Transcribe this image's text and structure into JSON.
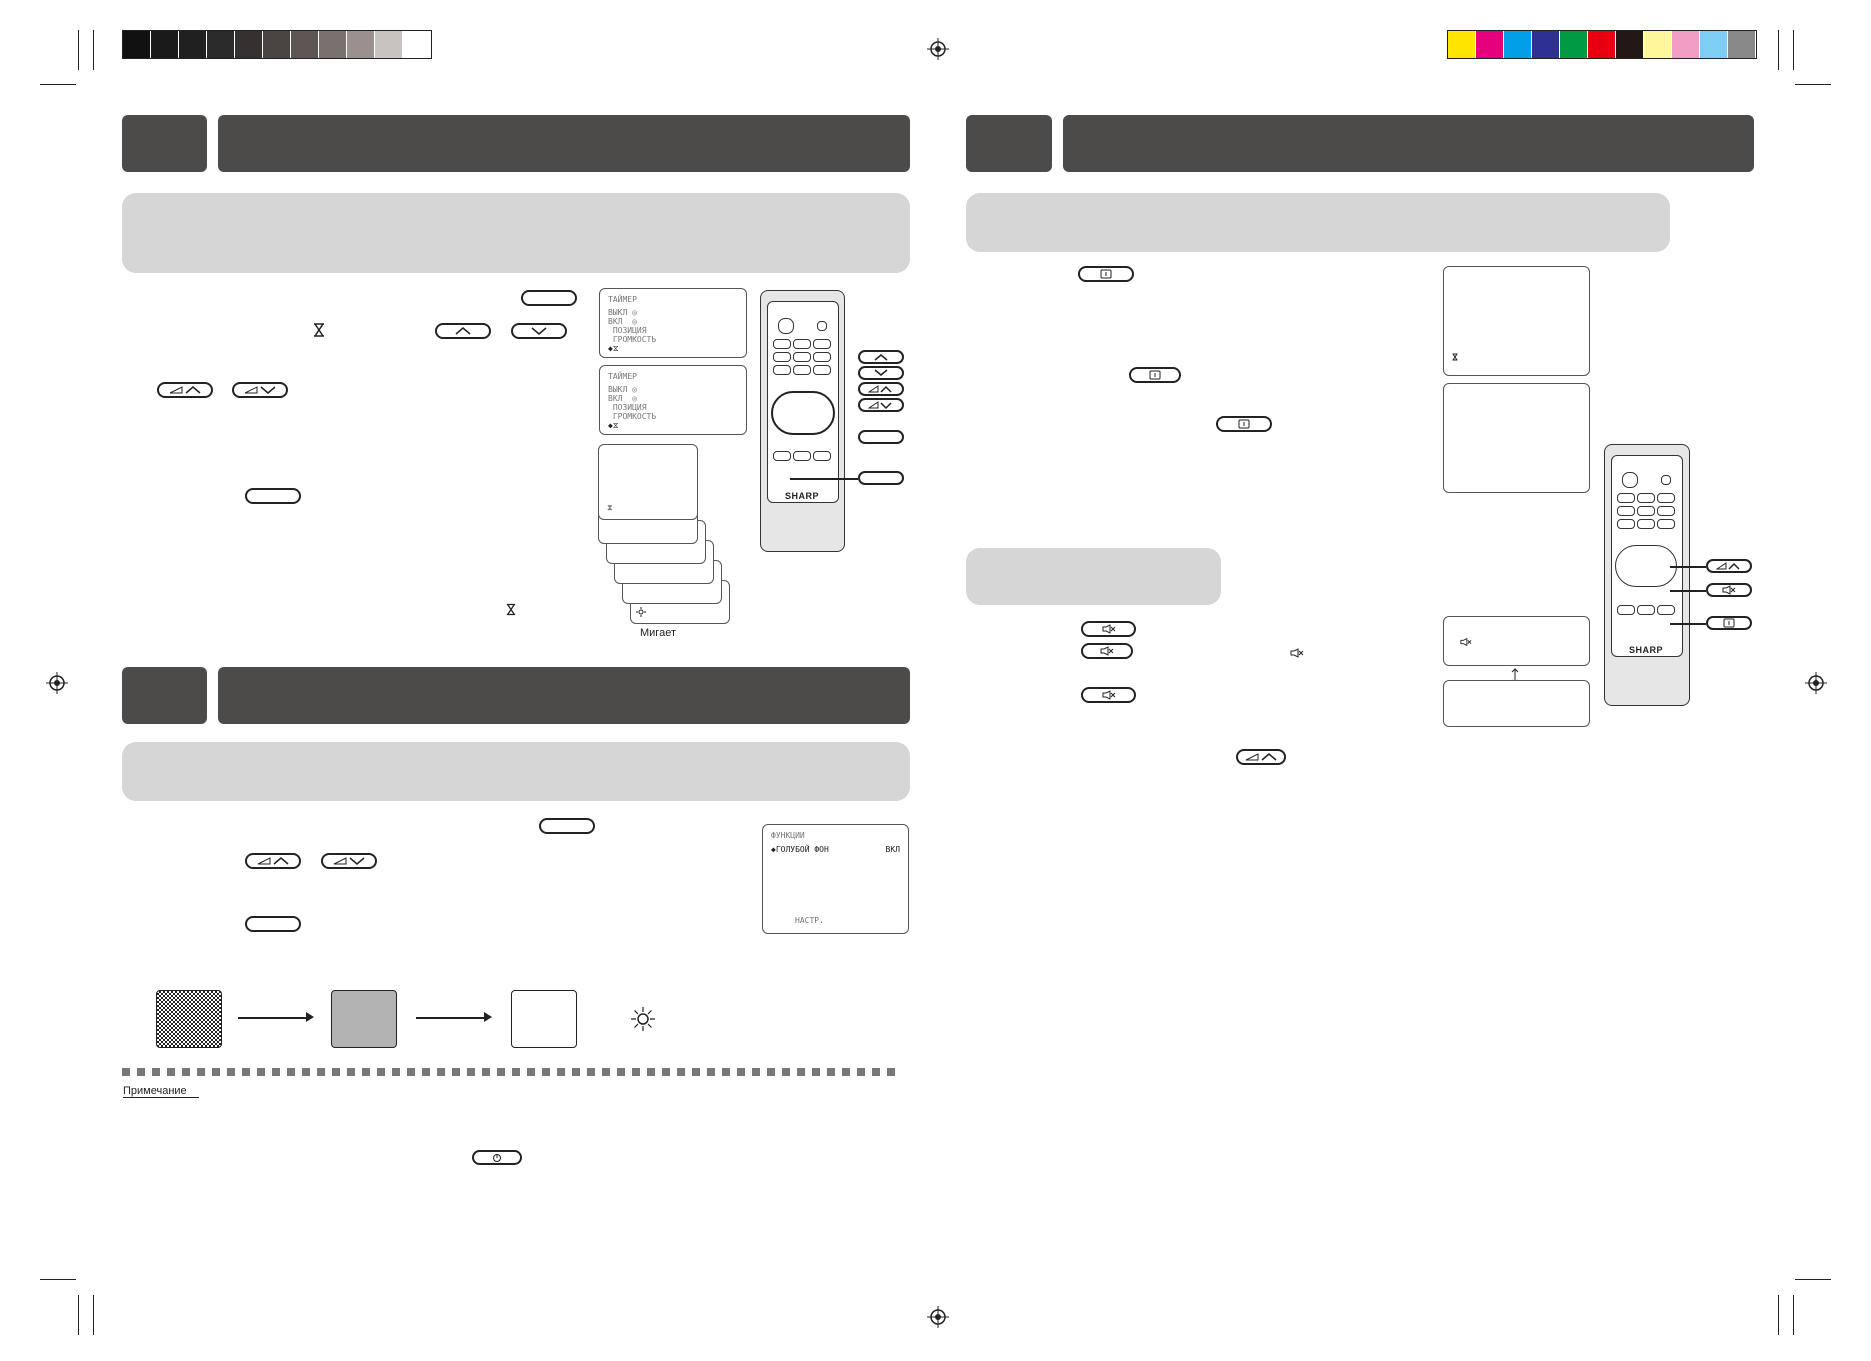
{
  "colors": {
    "header_dark": "#4d4b49",
    "panel_light": "#d6d6d6",
    "grayscale_strip": [
      "#111111",
      "#1a1a1a",
      "#202020",
      "#2a2a2a",
      "#353130",
      "#4a4442",
      "#5e5654",
      "#7a706e",
      "#9a908e",
      "#c8c2c0",
      "#ffffff"
    ],
    "color_strip": [
      "#ffe600",
      "#e5007d",
      "#00a0e9",
      "#2e3192",
      "#009944",
      "#e60012",
      "#231815",
      "#fff799",
      "#f19ec2",
      "#7ecef4",
      "#898989"
    ]
  },
  "timer_menu": {
    "title": "ТАЙМЕР",
    "lines": [
      "ВЫКЛ ◎",
      "ВКЛ  ◎",
      " ПОЗИЦИЯ",
      " ГРОМКОСТЬ"
    ],
    "marker": "◆⧖"
  },
  "function_menu": {
    "title": "ФУНКЦИИ",
    "item": "◆ГОЛУБОЙ ФОН",
    "value": "ВКЛ",
    "footer": "НАСТР."
  },
  "left_remote": {
    "brand": "SHARP"
  },
  "right_remote": {
    "brand": "SHARP"
  },
  "blink_caption": "Мигает",
  "note_label": "Примечание",
  "icons": {
    "up": "chevron-up-icon",
    "down": "chevron-down-icon",
    "vol_up": "volume-up-icon",
    "vol_down": "volume-down-icon",
    "mute": "mute-icon",
    "display": "display-icon",
    "sun": "sun-icon",
    "timer": "hourglass-icon",
    "power": "power-icon"
  }
}
